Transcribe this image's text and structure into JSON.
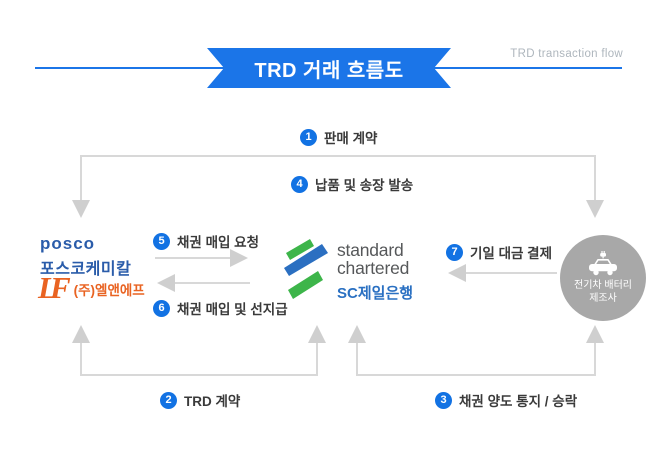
{
  "header": {
    "title": "TRD 거래 흐름도",
    "subtitle": "TRD transaction flow"
  },
  "diagram": {
    "steps": [
      {
        "num": "1",
        "label": "판매 계약"
      },
      {
        "num": "2",
        "label": "TRD 계약"
      },
      {
        "num": "3",
        "label": "채권 양도 통지 / 승락"
      },
      {
        "num": "4",
        "label": "납품 및 송장 발송"
      },
      {
        "num": "5",
        "label": "채권 매입 요청"
      },
      {
        "num": "6",
        "label": "채권 매입 및 선지급"
      },
      {
        "num": "7",
        "label": "기일 대금 결제"
      }
    ],
    "entities": {
      "supplier_posco": {
        "logo_text": "posco",
        "name": "포스코케미칼"
      },
      "supplier_lnf": {
        "logo_l": "L",
        "logo_f": "F",
        "name": "(주)엘앤에프"
      },
      "bank": {
        "logo_line1": "standard",
        "logo_line2": "chartered",
        "name": "SC제일은행"
      },
      "buyer": {
        "name_line1": "전기차 배터리",
        "name_line2": "제조사"
      }
    }
  },
  "colors": {
    "accent_blue": "#1b75e8",
    "badge_blue": "#1272e3",
    "arrow_gray": "#d8d8d8",
    "posco_blue": "#2a5caa",
    "lnf_orange": "#e96322",
    "sc_green": "#3db54a",
    "sc_blue": "#2b6fc1",
    "sc_text_gray": "#56585a",
    "buyer_circle_gray": "#a8a8a8",
    "subtitle_gray": "#aeb6bd"
  }
}
